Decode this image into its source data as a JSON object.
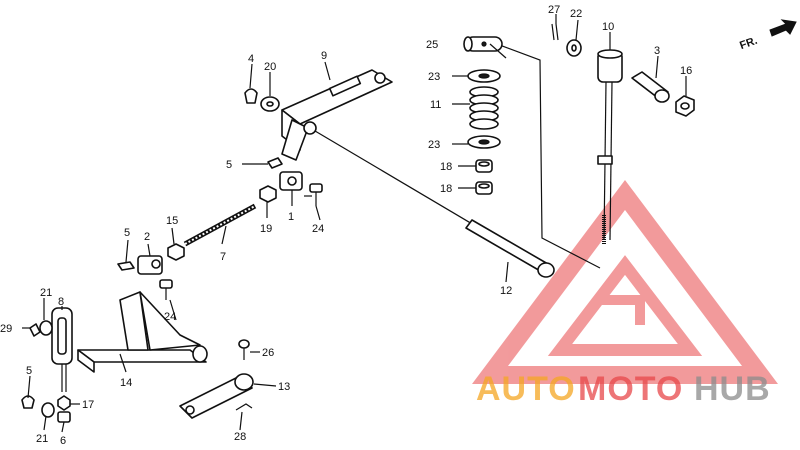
{
  "labels": {
    "p1": "1",
    "p2": "2",
    "p3": "3",
    "p5a": "5",
    "p5b": "5",
    "p5c": "5",
    "p6": "6",
    "p7": "7",
    "p8": "8",
    "p9": "9",
    "p10": "10",
    "p11": "11",
    "p12": "12",
    "p13": "13",
    "p14": "14",
    "p15": "15",
    "p16": "16",
    "p17": "17",
    "p18a": "18",
    "p18b": "18",
    "p19": "19",
    "p20": "20",
    "p21a": "21",
    "p21b": "21",
    "p22": "22",
    "p23a": "23",
    "p23b": "23",
    "p24a": "24",
    "p24b": "24",
    "p25": "25",
    "p26": "26",
    "p27": "27",
    "p28": "28",
    "p29": "29",
    "p4": "4"
  },
  "front_marker": "FR.",
  "watermark": {
    "part1": "AUTO",
    "part2": "MOTO",
    "part3": "HUB",
    "colors": {
      "orange": "#f5a623",
      "red": "#e8484a",
      "gray": "#8c8c8c"
    }
  }
}
